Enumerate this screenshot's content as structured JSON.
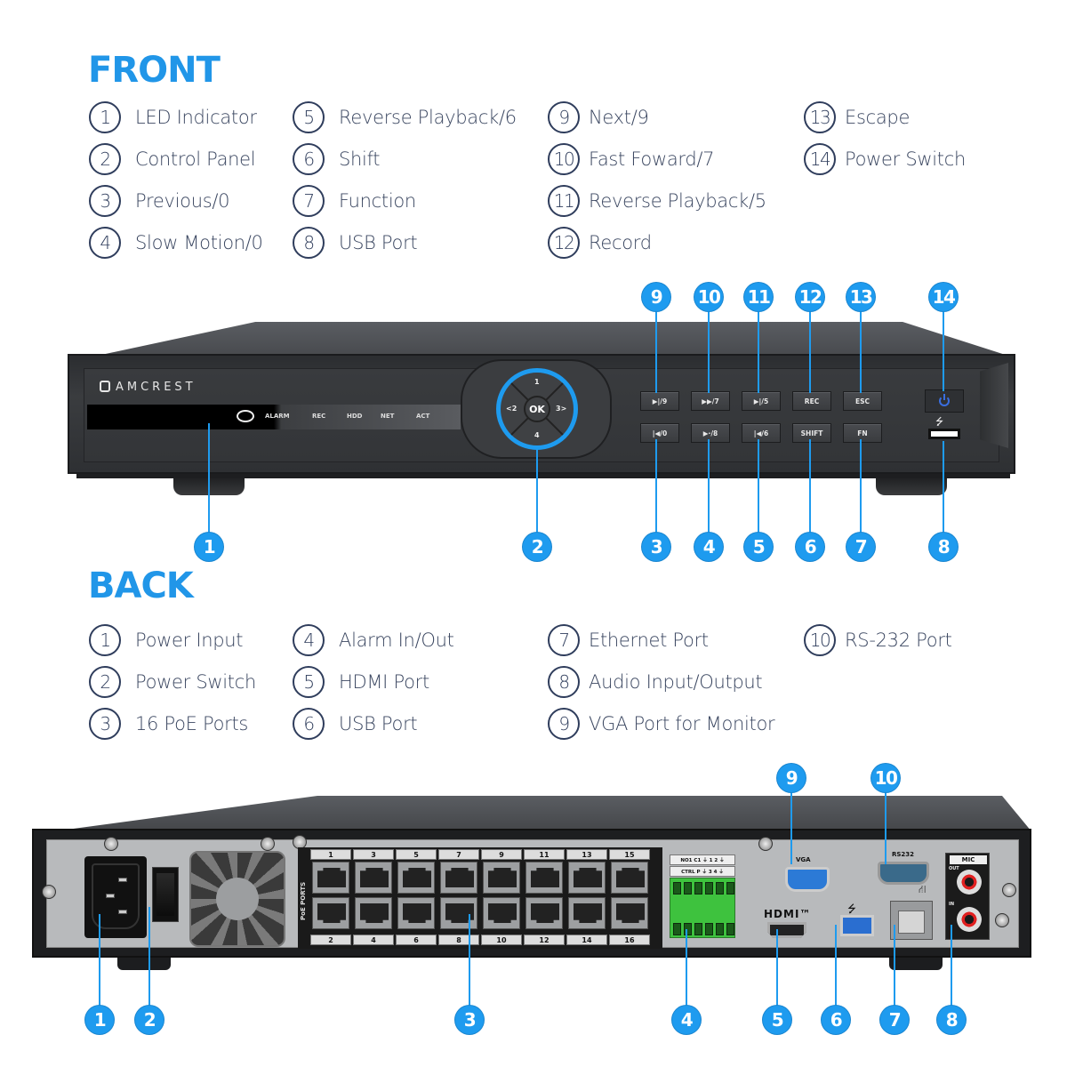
{
  "front": {
    "title": "FRONT",
    "legend": [
      {
        "num": "1",
        "label": "LED Indicator"
      },
      {
        "num": "2",
        "label": "Control Panel"
      },
      {
        "num": "3",
        "label": "Previous/0"
      },
      {
        "num": "4",
        "label": "Slow Motion/0"
      },
      {
        "num": "5",
        "label": "Reverse Playback/6"
      },
      {
        "num": "6",
        "label": "Shift"
      },
      {
        "num": "7",
        "label": "Function"
      },
      {
        "num": "8",
        "label": "USB Port"
      },
      {
        "num": "9",
        "label": "Next/9"
      },
      {
        "num": "10",
        "label": "Fast Foward/7"
      },
      {
        "num": "11",
        "label": "Reverse Playback/5"
      },
      {
        "num": "12",
        "label": "Record"
      },
      {
        "num": "13",
        "label": "Escape"
      },
      {
        "num": "14",
        "label": "Power Switch"
      }
    ],
    "device": {
      "brand": "AMCREST",
      "led_labels": [
        "ALARM",
        "REC",
        "HDD",
        "NET",
        "ACT"
      ],
      "dpad": {
        "ok": "OK",
        "up": "1",
        "left": "<2",
        "right": "3>",
        "down": "4"
      },
      "buttons_top": [
        "▶|/9",
        "▶▶/7",
        "▶|/5",
        "REC",
        "ESC"
      ],
      "buttons_bottom": [
        "|◀/0",
        "▶·/8",
        "|◀/6",
        "SHIFT",
        "FN"
      ],
      "usb_symbol": "⭍"
    },
    "callouts": [
      "1",
      "2",
      "3",
      "4",
      "5",
      "6",
      "7",
      "8",
      "9",
      "10",
      "11",
      "12",
      "13",
      "14"
    ]
  },
  "back": {
    "title": "BACK",
    "legend": [
      {
        "num": "1",
        "label": "Power Input"
      },
      {
        "num": "2",
        "label": "Power Switch"
      },
      {
        "num": "3",
        "label": "16 PoE Ports"
      },
      {
        "num": "4",
        "label": "Alarm In/Out"
      },
      {
        "num": "5",
        "label": "HDMI Port"
      },
      {
        "num": "6",
        "label": "USB Port"
      },
      {
        "num": "7",
        "label": "Ethernet Port"
      },
      {
        "num": "8",
        "label": "Audio Input/Output"
      },
      {
        "num": "9",
        "label": "VGA Port for Monitor"
      },
      {
        "num": "10",
        "label": "RS-232 Port"
      }
    ],
    "device": {
      "poe_label": "PoE PORTS",
      "poe_top_numbers": [
        "1",
        "3",
        "5",
        "7",
        "9",
        "11",
        "13",
        "15"
      ],
      "poe_bottom_numbers": [
        "2",
        "4",
        "6",
        "8",
        "10",
        "12",
        "14",
        "16"
      ],
      "alarm_row1": "NO1 C1 ⏚ 1 2 ⏚",
      "alarm_row2": "CTRL P ⏚ 3 4 ⏚",
      "vga_label": "VGA",
      "rs232_label": "RS232",
      "hdmi_label": "HDMI™",
      "mic_label": "MIC",
      "mic_out": "OUT",
      "mic_in": "IN"
    },
    "callouts": [
      "1",
      "2",
      "3",
      "4",
      "5",
      "6",
      "7",
      "8",
      "9",
      "10"
    ]
  },
  "colors": {
    "accent": "#2196e8",
    "callout": "#1e9bef",
    "text": "#3a4660"
  }
}
